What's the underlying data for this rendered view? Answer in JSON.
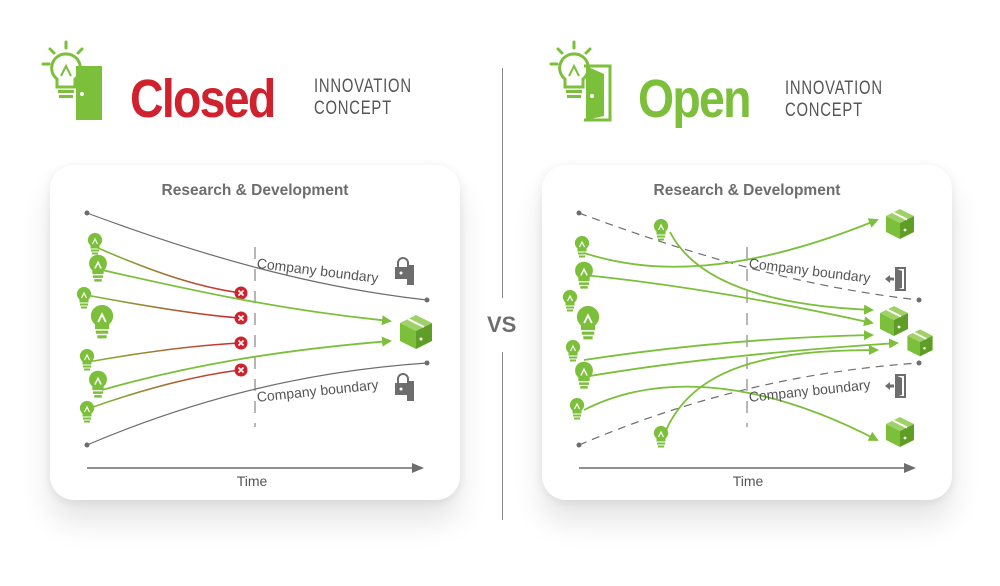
{
  "closed": {
    "title": "Closed",
    "subtitle_line1": "INNOVATION",
    "subtitle_line2": "CONCEPT",
    "title_color": "#d0222e",
    "diagram_title": "Research & Development",
    "boundary_top": "Company boundary",
    "boundary_bottom": "Company boundary",
    "time_label": "Time"
  },
  "open": {
    "title": "Open",
    "subtitle_line1": "INNOVATION",
    "subtitle_line2": "CONCEPT",
    "title_color": "#7bbf3a",
    "diagram_title": "Research & Development",
    "boundary_top": "Company boundary",
    "boundary_bottom": "Company boundary",
    "time_label": "Time"
  },
  "vs_label": "VS",
  "colors": {
    "green": "#7bbf3a",
    "red": "#d0222e",
    "grey": "#6d6d6d"
  }
}
